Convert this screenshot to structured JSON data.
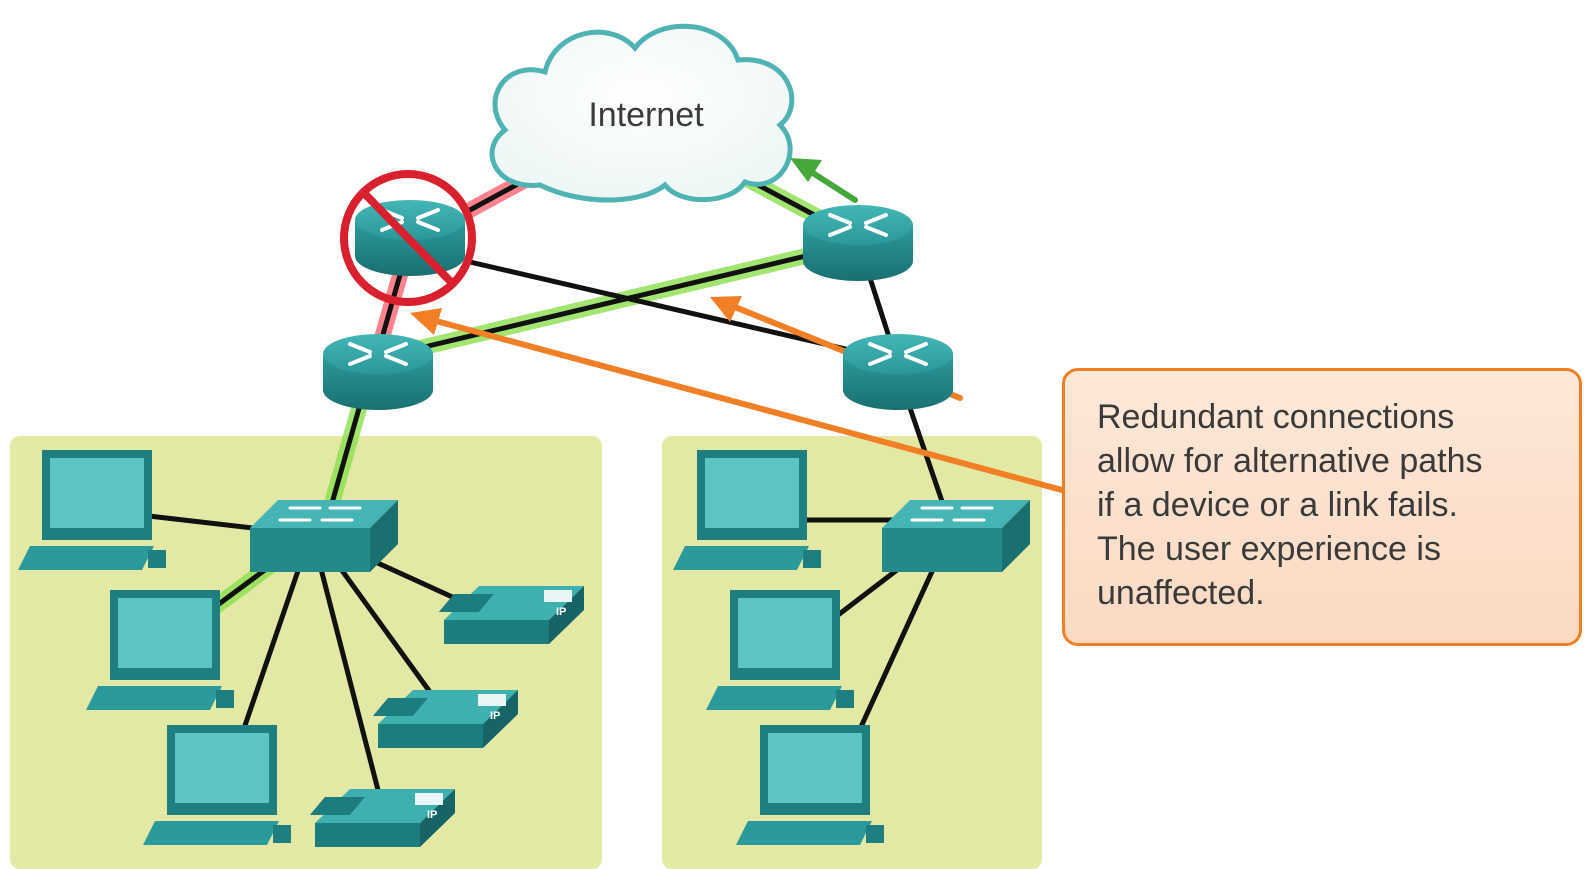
{
  "cloud": {
    "label": "Internet"
  },
  "callout": {
    "lines": [
      "Redundant connections",
      "allow for alternative paths",
      "if a device or a link fails.",
      "The user experience is",
      "unaffected."
    ]
  },
  "phones": {
    "badge": "IP"
  },
  "colors": {
    "zone": "#e3e9a5",
    "device": "#2b9a9b",
    "device_dark": "#1c7879",
    "link": "#111111",
    "active_glow": "#8be04e",
    "failed_glow": "#ff5a6a",
    "arrow": "#f07f25",
    "fail_mark": "#d9202e",
    "traffic_arrow": "#46a83a"
  }
}
